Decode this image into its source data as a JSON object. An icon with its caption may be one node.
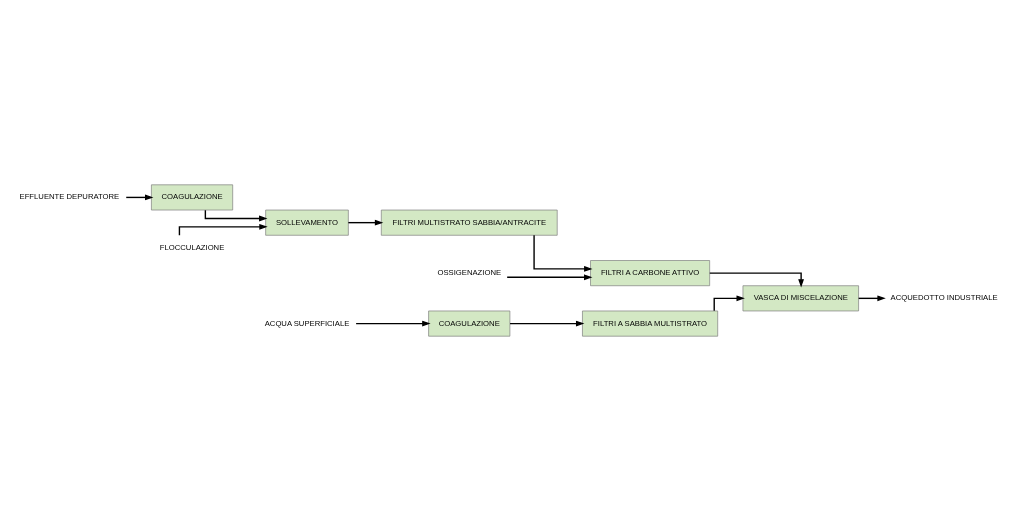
{
  "diagram": {
    "nodes": [
      {
        "text": [
          "EFFLUENTE DEPURATORE"
        ]
      },
      {
        "text": [
          "COAGULAZIONE"
        ]
      },
      {
        "text": [
          "FLOCCULAZIONE"
        ]
      },
      {
        "text": [
          "SOLLEVAMENTO"
        ]
      },
      {
        "text": [
          "FILTRI MULTISTRATO SABBIA/ANTRACITE"
        ]
      },
      {
        "text": [
          "FILTRI A CARBONE ATTIVO"
        ]
      },
      {
        "text": [
          "OSSIGENAZIONE"
        ]
      },
      {
        "text": [
          "ACQUA SUPERFICIALE"
        ]
      },
      {
        "text": [
          "COAGULAZIONE"
        ]
      },
      {
        "text": [
          "FILTRI A SABBIA MULTISTRATO"
        ]
      },
      {
        "text": [
          "VASCA DI MISCELAZIONE"
        ]
      },
      {
        "text": [
          "ACQUEDOTTO INDUSTRIALE"
        ]
      }
    ],
    "edges": [
      {
        "from": 0,
        "to": 1,
        "arrow": "to"
      },
      {
        "from": 1,
        "to": 3,
        "arrow": "to"
      },
      {
        "from": 2,
        "to": 3,
        "arrow": "to"
      },
      {
        "from": 3,
        "to": 4,
        "arrow": "to"
      },
      {
        "from": 4,
        "to": 5,
        "arrow": "to"
      },
      {
        "from": 6,
        "to": 5,
        "arrow": "to"
      },
      {
        "from": 7,
        "to": 8,
        "arrow": "to"
      },
      {
        "from": 8,
        "to": 9,
        "arrow": "to"
      },
      {
        "from": 5,
        "to": 10,
        "arrow": "to"
      },
      {
        "from": 9,
        "to": 10,
        "arrow": "to"
      },
      {
        "from": 10,
        "to": 11,
        "arrow": "to"
      }
    ]
  }
}
